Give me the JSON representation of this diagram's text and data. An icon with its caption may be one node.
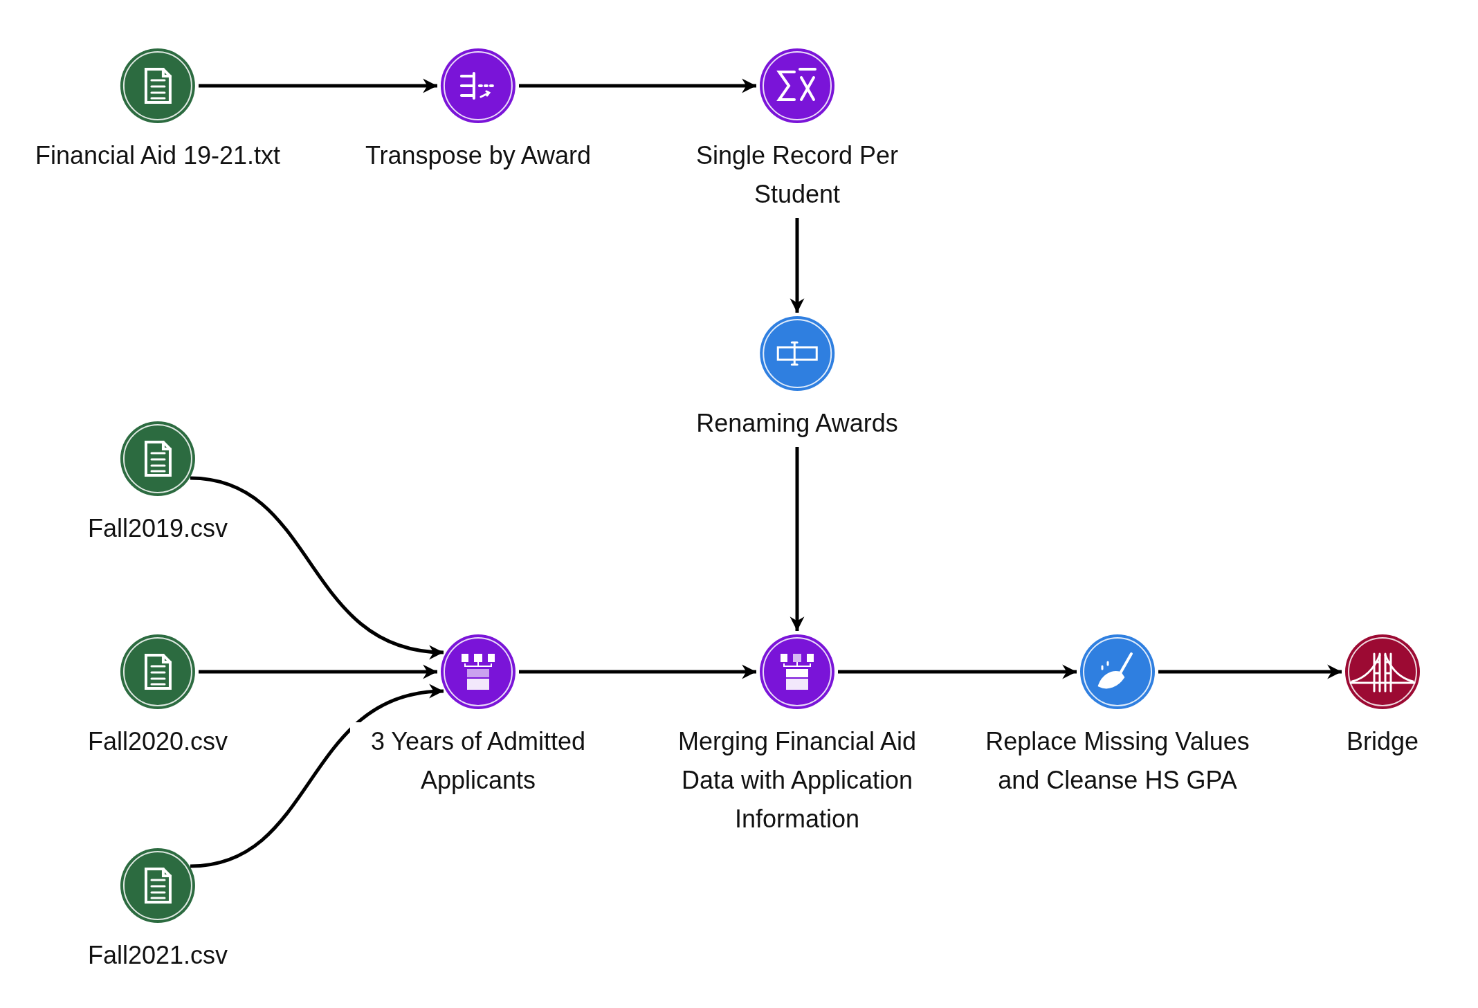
{
  "diagram": {
    "nodes": [
      {
        "text": [
          "Financial Aid 19-21.txt"
        ]
      },
      {
        "text": [
          "Transpose by Award"
        ]
      },
      {
        "text": [
          "Single Record Per Student"
        ]
      },
      {
        "text": [
          "Renaming Awards"
        ]
      },
      {
        "text": [
          "Fall2019.csv"
        ]
      },
      {
        "text": [
          "Fall2020.csv"
        ]
      },
      {
        "text": [
          "Fall2021.csv"
        ]
      },
      {
        "text": [
          "3 Years of Admitted Applicants"
        ]
      },
      {
        "text": [
          "Merging Financial Aid Data with Application Information"
        ]
      },
      {
        "text": [
          "Replace Missing Values and Cleanse HS GPA"
        ]
      },
      {
        "text": [
          "Bridge"
        ]
      }
    ],
    "edges": [
      {
        "from": 0,
        "to": 1,
        "arrow": "to"
      },
      {
        "from": 1,
        "to": 2,
        "arrow": "to"
      },
      {
        "from": 2,
        "to": 3,
        "arrow": "to"
      },
      {
        "from": 3,
        "to": 8,
        "arrow": "to"
      },
      {
        "from": 4,
        "to": 7,
        "arrow": "to"
      },
      {
        "from": 5,
        "to": 7,
        "arrow": "to"
      },
      {
        "from": 6,
        "to": 7,
        "arrow": "to"
      },
      {
        "from": 7,
        "to": 8,
        "arrow": "to"
      },
      {
        "from": 8,
        "to": 9,
        "arrow": "to"
      },
      {
        "from": 9,
        "to": 10,
        "arrow": "to"
      }
    ]
  }
}
